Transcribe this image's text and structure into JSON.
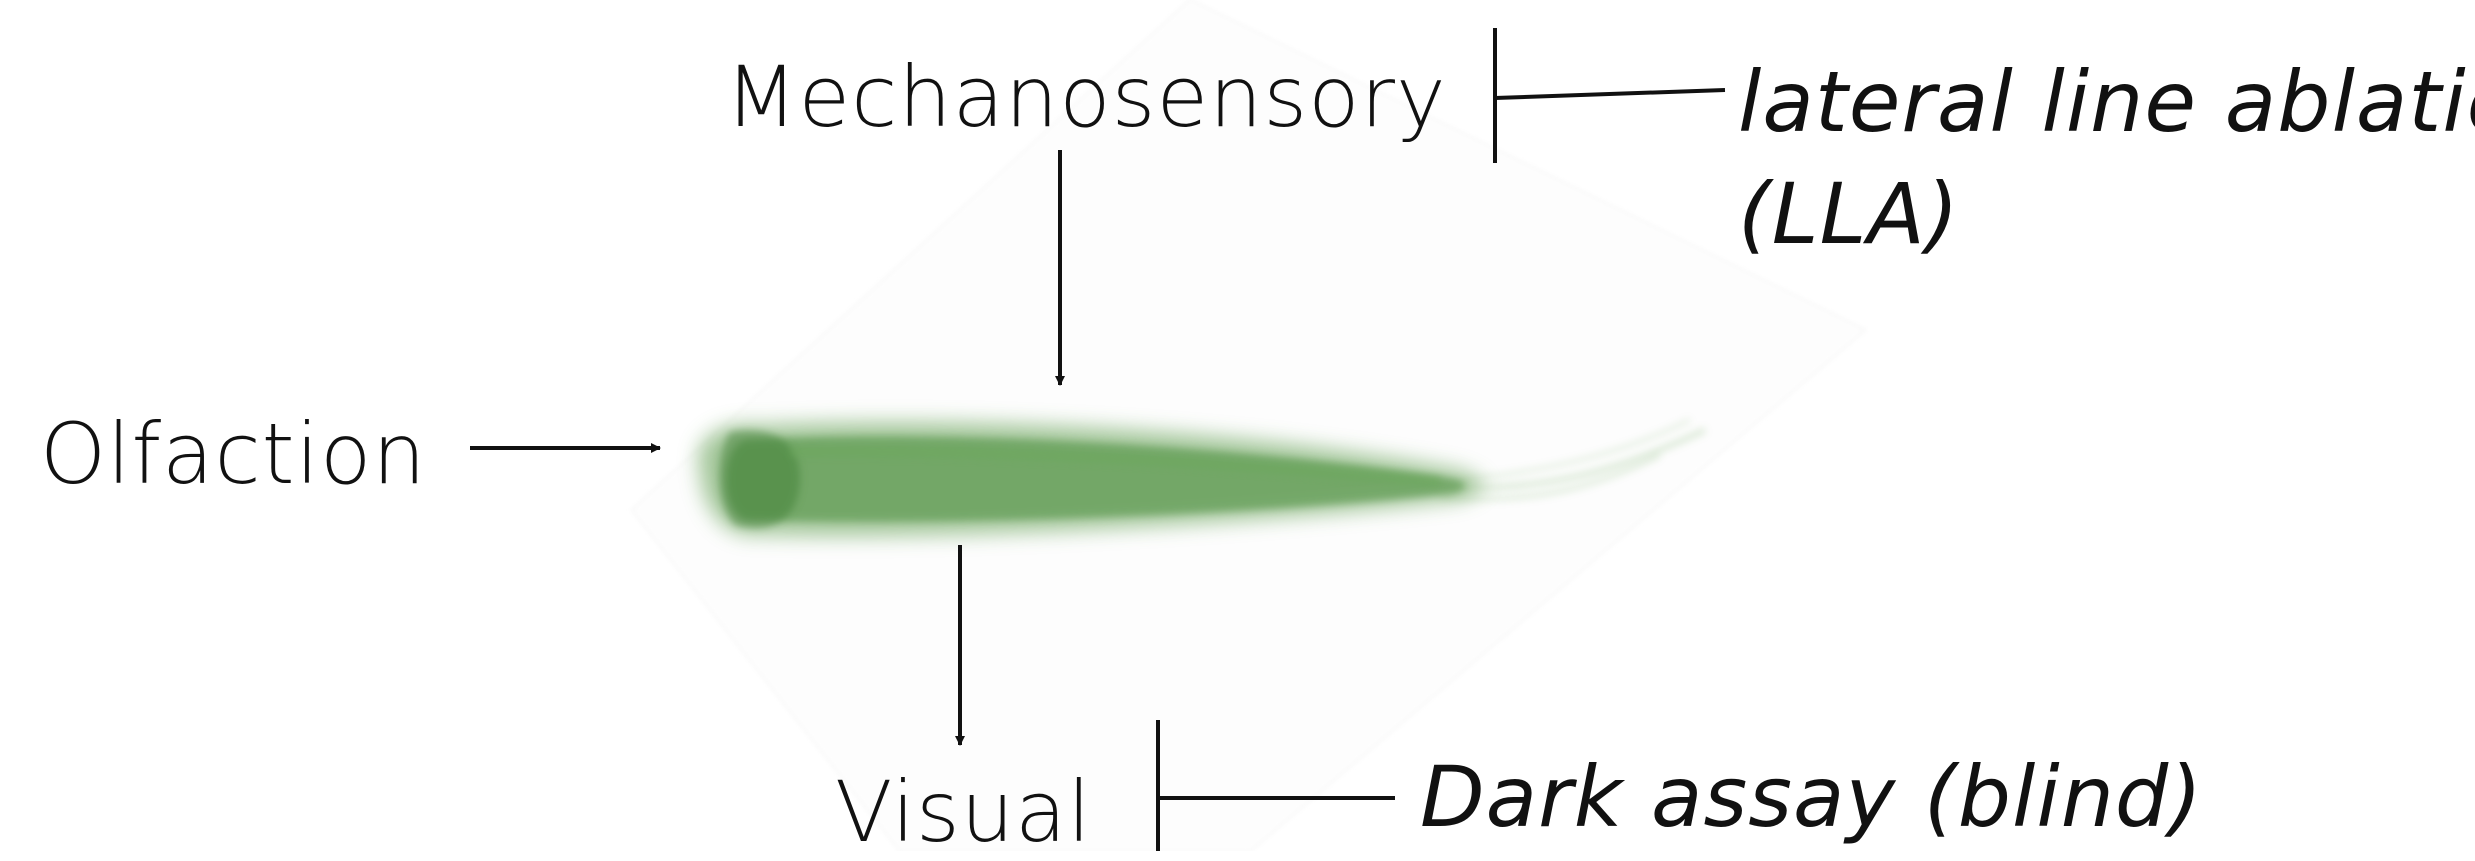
{
  "diagram": {
    "nodes": {
      "mechanosensory": "Mechanosensory",
      "olfaction": "Olfaction",
      "visual": "Visual"
    },
    "manipulations": {
      "lateral_line_line1": "lateral line ablation",
      "lateral_line_line2": "(LLA)",
      "dark_assay": "Dark assay (blind)"
    },
    "colors": {
      "fish": "#5a9a4a",
      "ink": "#111111"
    }
  }
}
